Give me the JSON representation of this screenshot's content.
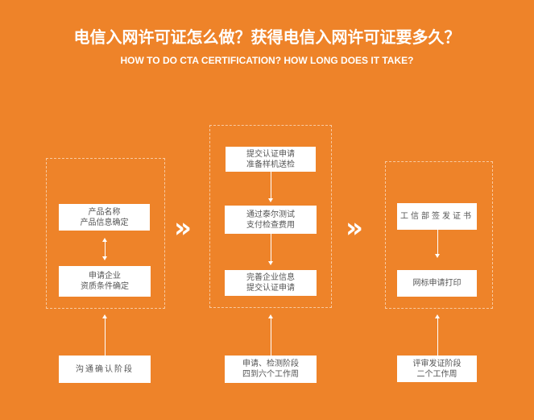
{
  "title": "电信入网许可证怎么做？获得电信入网许可证要多久？",
  "subtitle": "HOW TO DO CTA CERTIFICATION? HOW LONG DOES IT TAKE?",
  "stages": [
    {
      "steps": [
        [
          "产品名称",
          "产品信息确定"
        ],
        [
          "申请企业",
          "资质条件确定"
        ]
      ],
      "phase": [
        "沟通确认阶段"
      ]
    },
    {
      "steps": [
        [
          "提交认证申请",
          "准备样机送检"
        ],
        [
          "通过泰尔测试",
          "支付检查费用"
        ],
        [
          "完善企业信息",
          "提交认证申请"
        ]
      ],
      "phase": [
        "申请、检测阶段",
        "四到六个工作周"
      ]
    },
    {
      "steps": [
        [
          "工信部签发证书"
        ],
        [
          "网标申请打印"
        ]
      ],
      "phase": [
        "评审发证阶段",
        "二个工作周"
      ]
    }
  ],
  "colors": {
    "background": "#ee8329"
  }
}
